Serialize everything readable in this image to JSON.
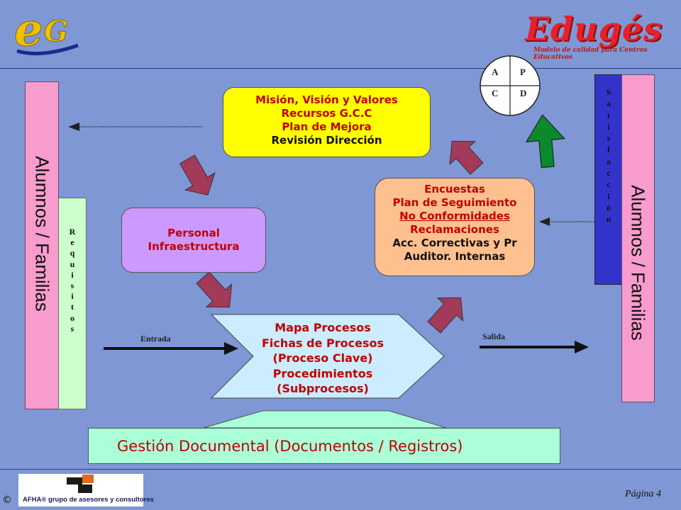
{
  "header": {
    "logo_left": "eG",
    "logo_right": "Edugés",
    "logo_right_sub": "Modelo de calidad para Centros Educativos"
  },
  "left_column": {
    "label": "Alumnos  / Familias",
    "requisitos": [
      "R",
      "e",
      "q",
      "u",
      "i",
      "s",
      "i",
      "t",
      "o",
      "s"
    ]
  },
  "right_column": {
    "label": "Alumnos  / Familias",
    "satisfaccion": [
      "S",
      "a",
      "t",
      "i",
      "s",
      "f",
      "a",
      "c",
      "c",
      "i",
      "ó",
      "n"
    ]
  },
  "pdca": {
    "a": "A",
    "p": "P",
    "c": "C",
    "d": "D"
  },
  "mision_box": {
    "line1": "Misión, Visión y Valores",
    "line2": "Recursos G.C.C",
    "line3": "Plan de Mejora",
    "line4": "Revisión Dirección"
  },
  "personal_box": {
    "line1": "Personal",
    "line2": "Infraestructura"
  },
  "encuestas_box": {
    "line1": "Encuestas",
    "line2": "Plan de Seguimiento",
    "line3": "No Conformidades",
    "line4": "Reclamaciones",
    "line5": "Acc. Correctivas y Pr",
    "line6": "Auditor. Internas"
  },
  "mapa_box": {
    "line1": "Mapa Procesos",
    "line2": "Fichas de Procesos",
    "line3": "(Proceso Clave)",
    "line4": "Procedimientos",
    "line5": "(Subprocesos)"
  },
  "flow": {
    "entrada": "Entrada",
    "salida": "Salida"
  },
  "gestion": "Gestión Documental (Documentos  / Registros)",
  "footer": {
    "copyright": "©",
    "company": "AFHA® grupo de asesores y consultores",
    "page": "Página 4"
  },
  "colors": {
    "background": "#7f97d4",
    "accent_red": "#c00000",
    "arrow_maroon": "#a33a5a",
    "arrow_green": "#0a8a2a"
  }
}
